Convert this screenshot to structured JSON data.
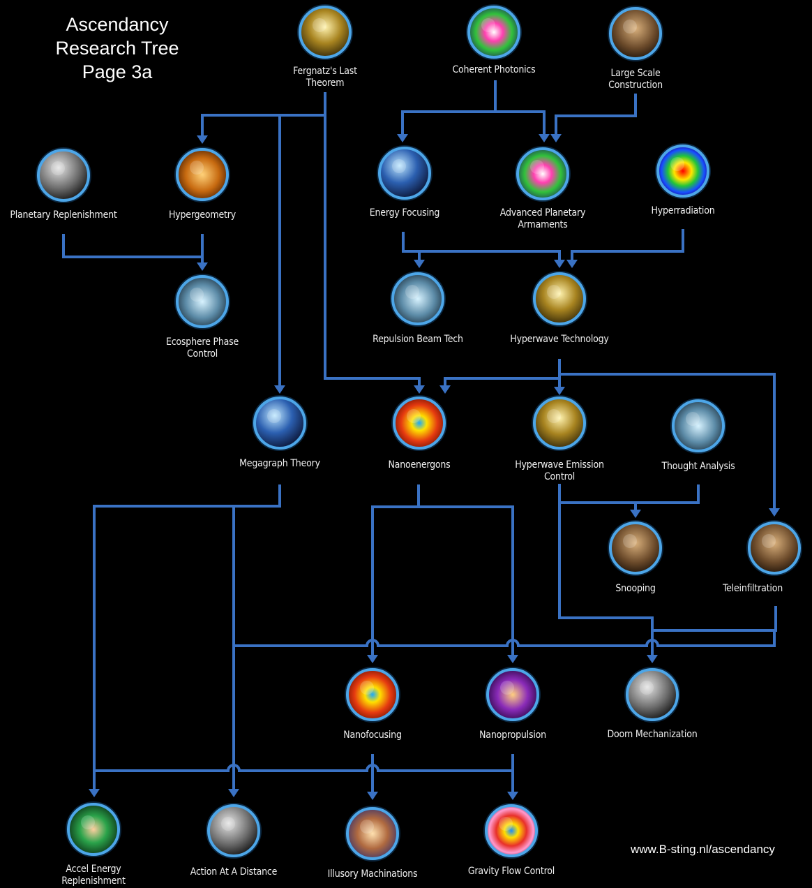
{
  "title": {
    "line1": "Ascendancy",
    "line2": "Research Tree",
    "line3": "Page 3a"
  },
  "credit": "www.B-sting.nl/ascendancy",
  "colors": {
    "connector": "#3a72c4",
    "ring": "#4da6e8",
    "background": "#000000"
  },
  "nodes": [
    {
      "id": "fergnatz",
      "label": "Fergnatz's Last\nTheorem",
      "icon": "book-stack-icon"
    },
    {
      "id": "coherent",
      "label": "Coherent Photonics",
      "icon": "light-beam-icon"
    },
    {
      "id": "largescale",
      "label": "Large Scale\nConstruction",
      "icon": "skyscraper-icon"
    },
    {
      "id": "planetary",
      "label": "Planetary Replenishment",
      "icon": "planet-burst-icon"
    },
    {
      "id": "hypergeo",
      "label": "Hypergeometry",
      "icon": "geometric-web-icon"
    },
    {
      "id": "energyfocus",
      "label": "Energy Focusing",
      "icon": "energy-spark-icon"
    },
    {
      "id": "advplanetary",
      "label": "Advanced Planetary\nArmaments",
      "icon": "armament-icon"
    },
    {
      "id": "hyperradiation",
      "label": "Hyperradiation",
      "icon": "heat-map-icon"
    },
    {
      "id": "ecosphere",
      "label": "Ecosphere Phase\nControl",
      "icon": "ecosphere-icon"
    },
    {
      "id": "repulsion",
      "label": "Repulsion Beam Tech",
      "icon": "beam-tube-icon"
    },
    {
      "id": "hyperwave",
      "label": "Hyperwave Technology",
      "icon": "hyperwave-icon"
    },
    {
      "id": "megagraph",
      "label": "Megagraph Theory",
      "icon": "circuit-grid-icon"
    },
    {
      "id": "nanoenergons",
      "label": "Nanoenergons",
      "icon": "radial-burst-icon"
    },
    {
      "id": "hyperwaveemission",
      "label": "Hyperwave Emission\nControl",
      "icon": "emission-icon"
    },
    {
      "id": "thought",
      "label": "Thought Analysis",
      "icon": "neural-icon"
    },
    {
      "id": "snooping",
      "label": "Snooping",
      "icon": "eye-icon"
    },
    {
      "id": "teleinfiltration",
      "label": "Teleinfiltration",
      "icon": "texture-icon"
    },
    {
      "id": "nanofocusing",
      "label": "Nanofocusing",
      "icon": "focus-orb-icon"
    },
    {
      "id": "nanopropulsion",
      "label": "Nanopropulsion",
      "icon": "lattice-icon"
    },
    {
      "id": "doom",
      "label": "Doom Mechanization",
      "icon": "skull-icon"
    },
    {
      "id": "accel",
      "label": "Accel Energy\nReplenishment",
      "icon": "spiral-galaxy-icon"
    },
    {
      "id": "action",
      "label": "Action At A Distance",
      "icon": "comet-beam-icon"
    },
    {
      "id": "illusory",
      "label": "Illusory Machinations",
      "icon": "swirl-icon"
    },
    {
      "id": "gravity",
      "label": "Gravity Flow Control",
      "icon": "gravity-rings-icon"
    }
  ]
}
